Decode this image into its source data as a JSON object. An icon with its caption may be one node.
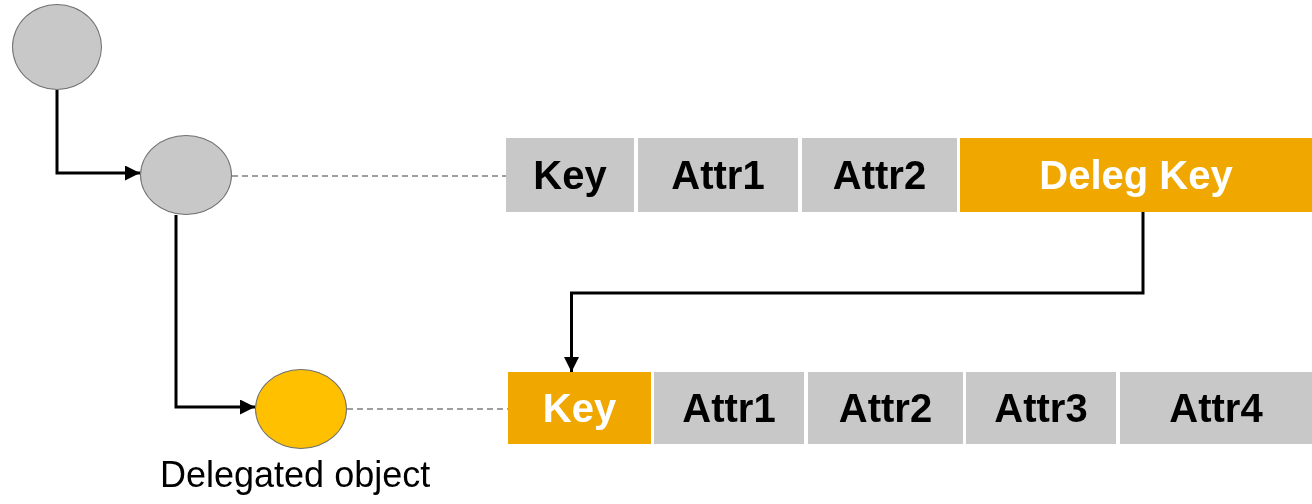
{
  "diagram": {
    "nodes": [
      {
        "text": [],
        "shape": "circle"
      },
      {
        "text": [],
        "shape": "circle"
      },
      {
        "text": [],
        "shape": "circle",
        "beside": [
          "Delegated object"
        ]
      },
      {
        "text": [
          "Key"
        ]
      },
      {
        "text": [
          "Attr1"
        ]
      },
      {
        "text": [
          "Attr2"
        ]
      },
      {
        "text": [
          "Deleg Key"
        ]
      },
      {
        "text": [
          "Key"
        ]
      },
      {
        "text": [
          "Attr1"
        ]
      },
      {
        "text": [
          "Attr2"
        ]
      },
      {
        "text": [
          "Attr3"
        ]
      },
      {
        "text": [
          "Attr4"
        ]
      }
    ],
    "edges": [
      {
        "from": 0,
        "to": 1,
        "arrow": "to"
      },
      {
        "from": 1,
        "to": 2,
        "arrow": "to"
      },
      {
        "from": 1,
        "to": 3,
        "arrow": "none",
        "style": "dashed",
        "color": "#808080"
      },
      {
        "from": 2,
        "to": 7,
        "arrow": "none",
        "style": "dashed",
        "color": "#808080"
      },
      {
        "from": 6,
        "to": 7,
        "arrow": "to"
      }
    ]
  }
}
